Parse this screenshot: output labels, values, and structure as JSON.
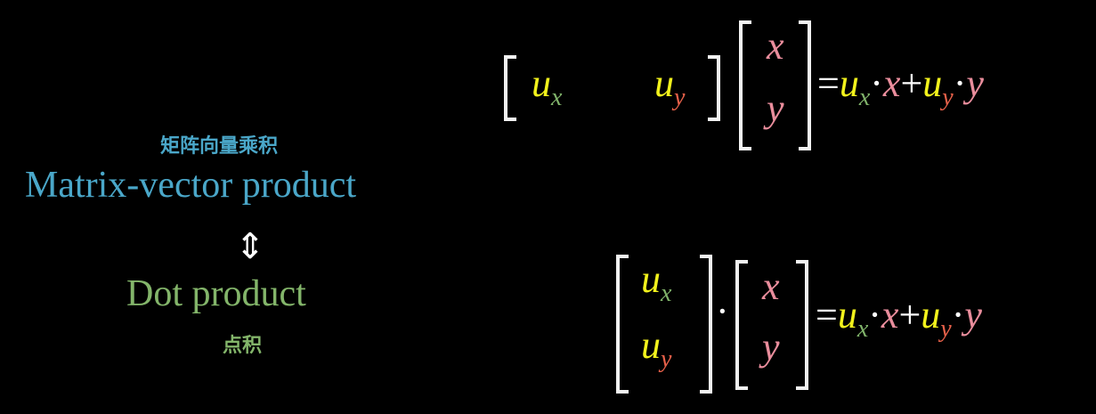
{
  "left": {
    "matrix_vector_cn": "矩阵向量乘积",
    "matrix_vector_en": "Matrix-vector product",
    "equivalence_arrow": "⇕",
    "dot_product_en": "Dot product",
    "dot_product_cn": "点积"
  },
  "symbols": {
    "u": "u",
    "x": "x",
    "y": "y",
    "equals": "=",
    "plus": "+",
    "cdot": "·"
  },
  "colors": {
    "u": "#f2f21c",
    "sub_x": "#80b36a",
    "sub_y": "#e8614a",
    "vector": "#e98d9c",
    "title": "#4aa7c9",
    "dot_title": "#83b56a"
  }
}
